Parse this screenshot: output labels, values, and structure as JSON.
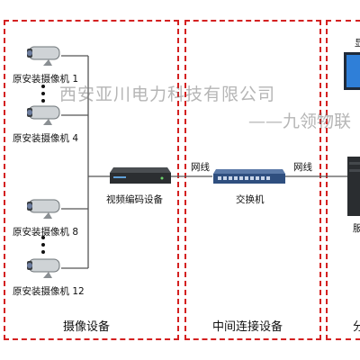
{
  "zones": {
    "left_title": "摄像设备",
    "middle_title": "中间连接设备",
    "right_title_partial": "分"
  },
  "cameras": [
    {
      "label": "原安装摄像机 1"
    },
    {
      "label": "原安装摄像机 4"
    },
    {
      "label": "原安装摄像机 8"
    },
    {
      "label": "原安装摄像机 12"
    }
  ],
  "devices": {
    "encoder_label": "视频编码设备",
    "switch_label": "交换机",
    "link_left_label": "网线",
    "link_right_label": "网线",
    "monitor_label_partial": "显",
    "server_label_partial": "服"
  },
  "watermark": {
    "line1": "西安亚川电力科技有限公司",
    "line2": "——九领物联"
  },
  "colors": {
    "zone_border": "#d42020",
    "wire": "#555555"
  }
}
